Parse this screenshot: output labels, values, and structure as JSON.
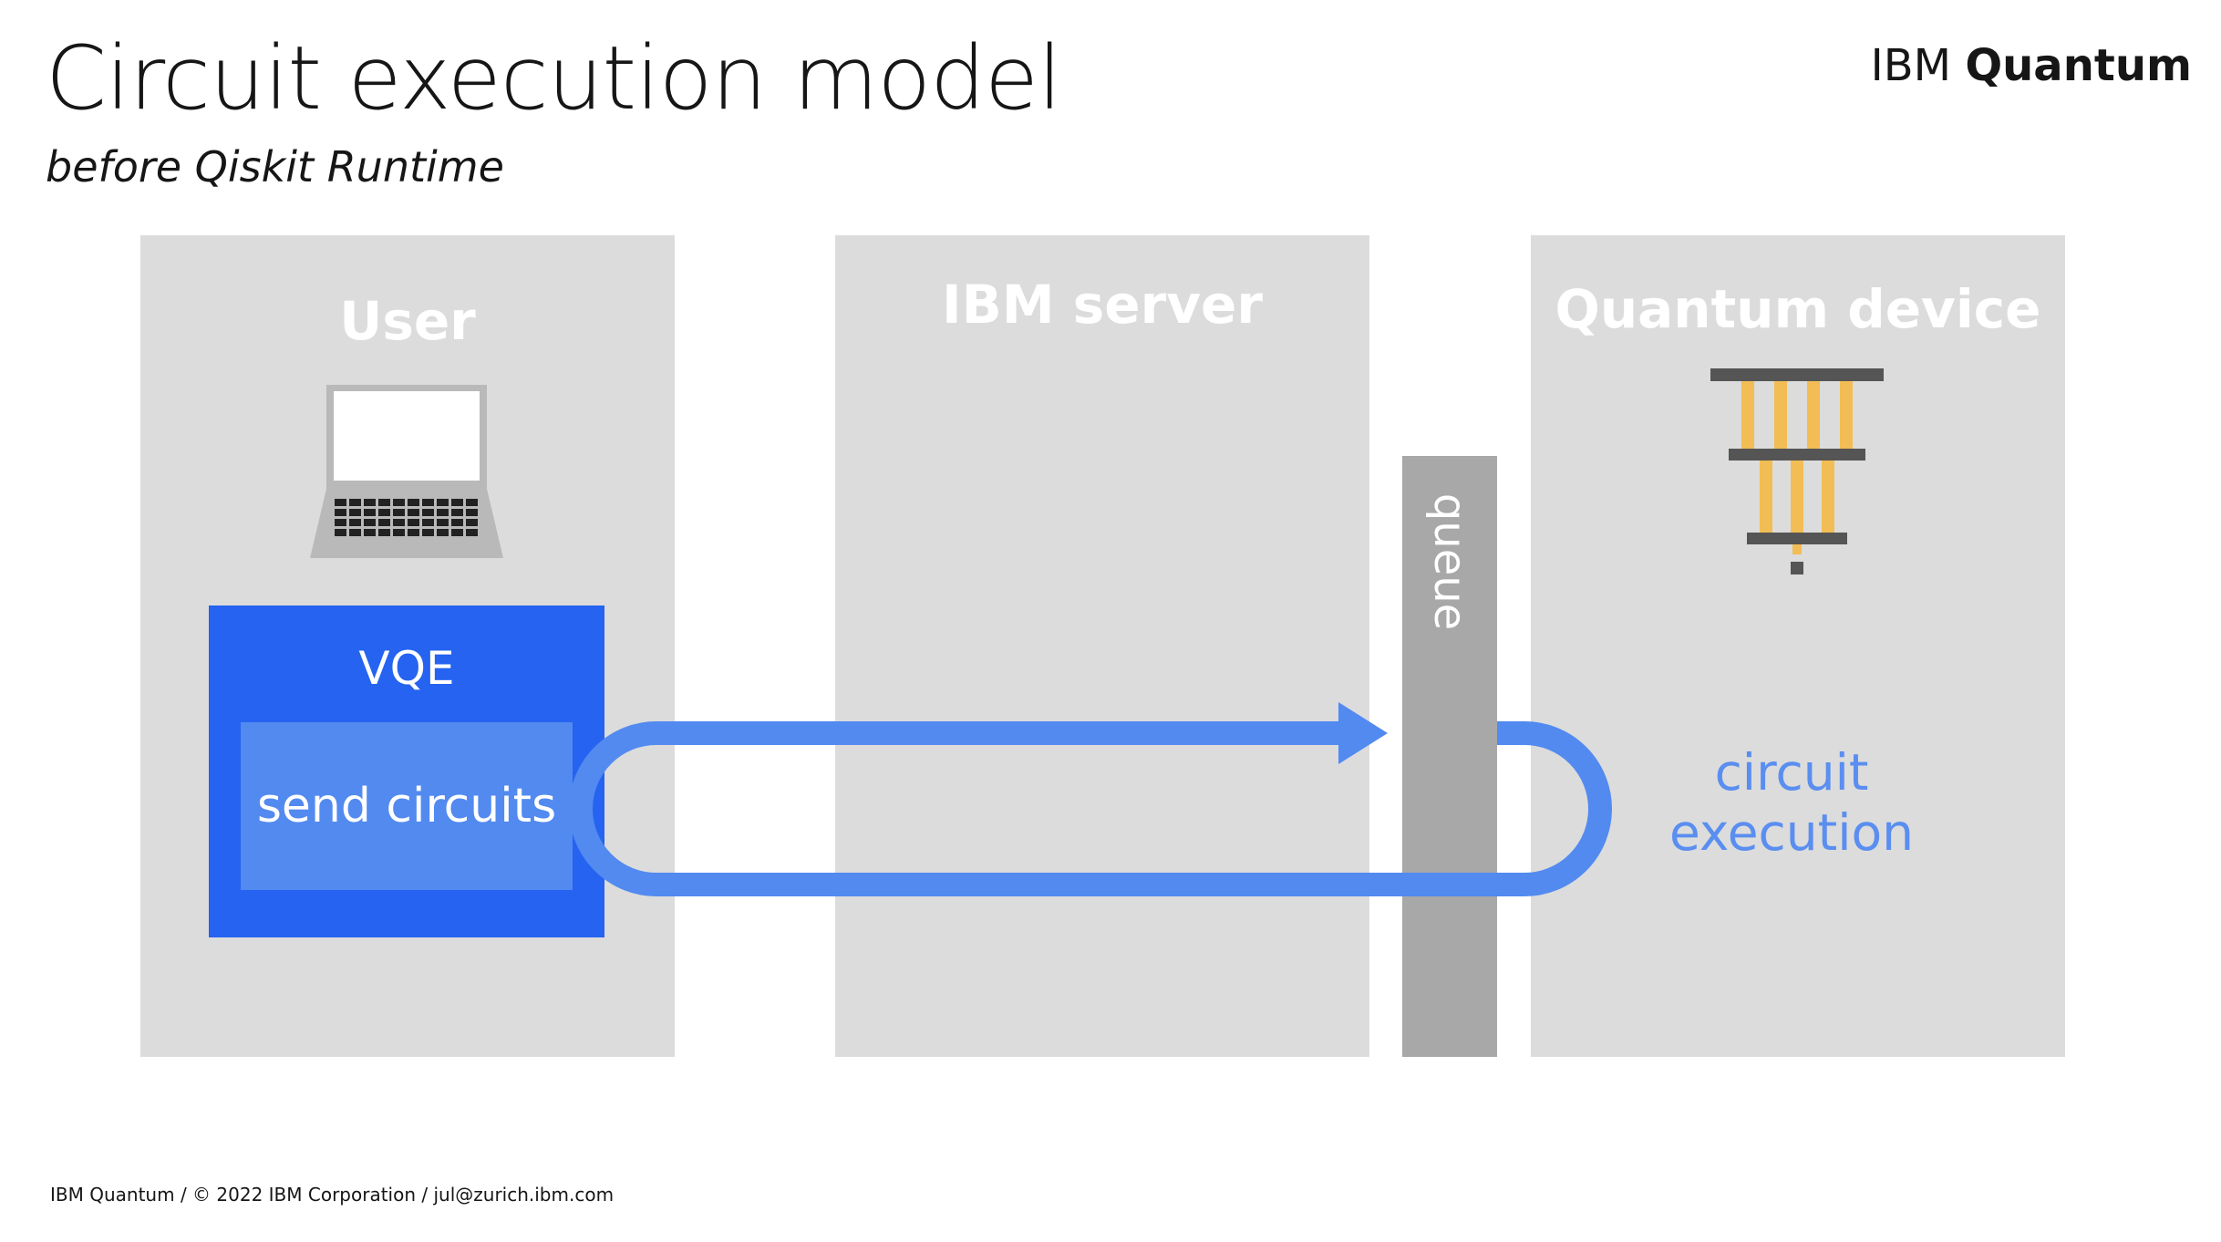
{
  "header": {
    "title": "Circuit execution model",
    "subtitle": "before Qiskit Runtime",
    "brand_regular": "IBM",
    "brand_bold": "Quantum"
  },
  "panels": {
    "user": "User",
    "server": "IBM server",
    "device": "Quantum device"
  },
  "queue": "queue",
  "vqe": {
    "label": "VQE",
    "send": "send circuits"
  },
  "execution": {
    "line1": "circuit",
    "line2": "execution"
  },
  "footer": "IBM Quantum / © 2022 IBM Corporation / jul@zurich.ibm.com",
  "colors": {
    "panel": "#dcdcdc",
    "queue": "#a8a8a8",
    "vqe": "#2563f0",
    "send": "#528af0",
    "arrow": "#528af0",
    "chip_bars": "#f2bd54",
    "chip_plates": "#555555"
  },
  "icons": {
    "laptop": "laptop-icon",
    "device": "dilution-refrigerator-icon",
    "arrow": "loop-arrow-icon"
  }
}
